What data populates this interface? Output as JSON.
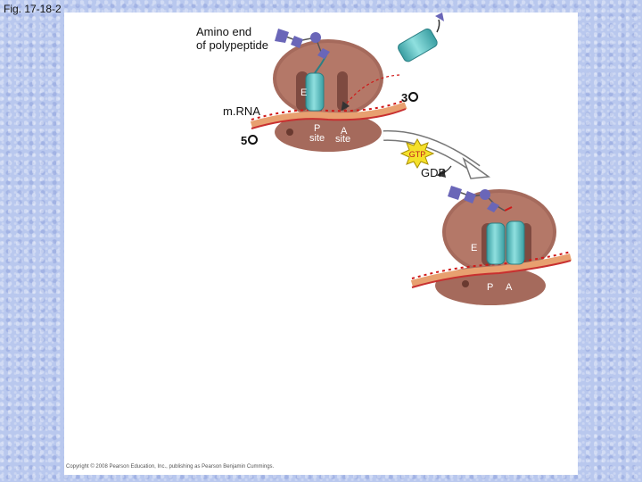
{
  "figure_label": "Fig. 17-18-2",
  "labels": {
    "amino_end_line1": "Amino end",
    "amino_end_line2": "of polypeptide",
    "mrna": "m.RNA",
    "five_prime": "5",
    "three_prime": "3",
    "e_site_top": "E",
    "p_site_top": "P",
    "a_site_top": "A",
    "site_p": "site",
    "site_a": "site",
    "gtp": "GTP",
    "gdp": "GDP",
    "e_site_bottom": "E",
    "p_bottom": "P",
    "a_bottom": "A"
  },
  "copyright": "Copyright © 2008 Pearson Education, Inc., publishing as Pearson Benjamin Cummings.",
  "colors": {
    "ribosome": "#a56a5c",
    "trna": "#5fc0c0",
    "mrna_codon": "#d01818",
    "amino_acid": "#6a66b8",
    "gtp_star": "#f5e02a"
  }
}
